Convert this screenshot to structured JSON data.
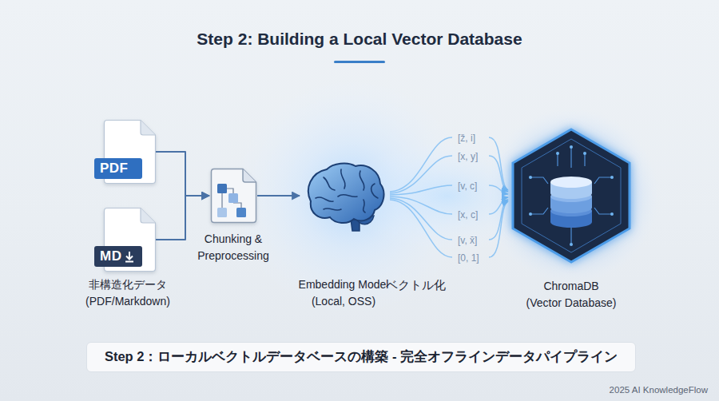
{
  "diagram": {
    "title": "Step 2: Building a Local Vector Database",
    "caption": "Step 2：ローカルベクトルデータベースの構築 - 完全オフラインデータパイプライン",
    "nodes": [
      {
        "text": [
          "PDF"
        ]
      },
      {
        "text": [
          "MD"
        ]
      },
      {
        "text": [
          "Chunking & Preprocessing"
        ]
      },
      {
        "text": [
          "Embedding Model (Local, OSS)"
        ]
      },
      {
        "text": [
          "ChromaDB (Vector Database)"
        ]
      }
    ],
    "edges": [
      {
        "from": 0,
        "to": 2,
        "arrow": "to"
      },
      {
        "from": 1,
        "to": 2,
        "arrow": "to"
      },
      {
        "from": 2,
        "to": 3,
        "arrow": "to"
      },
      {
        "from": 3,
        "to": 4,
        "arrow": "to",
        "label": "ベクトル化"
      }
    ],
    "labels": [
      "非構造化データ (PDF/Markdown)",
      "[ž, i]",
      "[x, y]",
      "[v, c]",
      "[x, c]",
      "[v, x̄]",
      "[0, 1]",
      "2025 AI KnowledgeFlow"
    ]
  }
}
